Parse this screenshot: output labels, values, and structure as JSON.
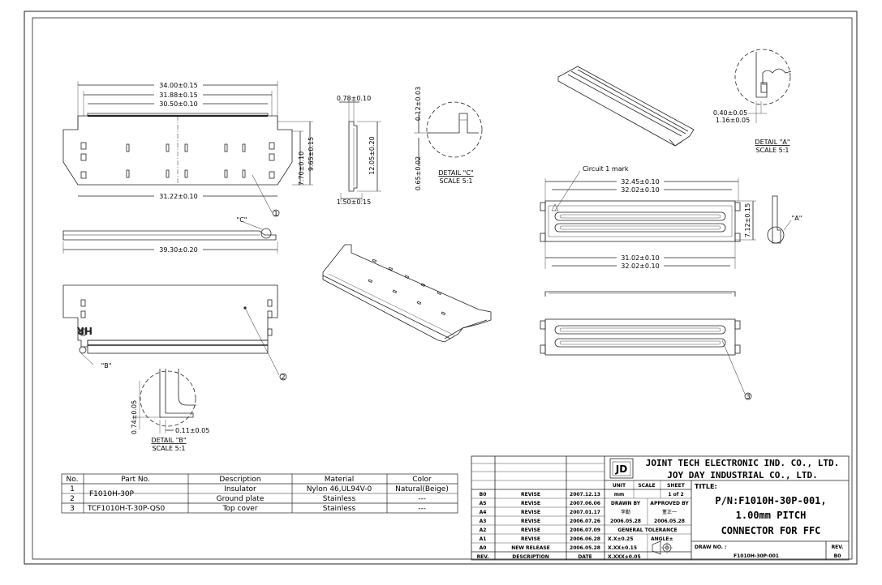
{
  "dims": {
    "d34": "34.00±0.15",
    "d3188": "31.88±0.15",
    "d3050": "30.50±0.10",
    "d3122": "31.22±0.10",
    "d770": "7.70±0.10",
    "d965": "9.65±0.15",
    "d3930": "39.30±0.20",
    "d078": "0.78±0.10",
    "d1205": "12.05±0.20",
    "d150": "1.50±0.15",
    "d012": "0.12±0.03",
    "d065": "0.65±0.02",
    "d074": "0.74±0.05",
    "d011": "0.11±0.05",
    "d3245": "32.45±0.10",
    "d3202a": "32.02±0.10",
    "d3102": "31.02±0.10",
    "d3202b": "32.02±0.10",
    "d712": "7.12±0.15",
    "d040": "0.40±0.05",
    "d116": "1.16±0.05"
  },
  "callouts": {
    "c_label": "\"C\"",
    "b_label": "\"B\"",
    "a_label": "\"A\"",
    "circuit_mark": "Circuit 1 mark",
    "balloon1": "1",
    "balloon2": "2",
    "balloon3": "3",
    "hr": "HR"
  },
  "details": {
    "c_title": "DETAIL \"C\"",
    "c_scale": "SCALE 5:1",
    "b_title": "DETAIL \"B\"",
    "b_scale": "SCALE 5:1",
    "a_title": "DETAIL \"A\"",
    "a_scale": "SCALE 5:1"
  },
  "bom": {
    "headers": [
      "No.",
      "Part No.",
      "Description",
      "Material",
      "Color"
    ],
    "rows": [
      [
        "1",
        "F1010H-30P",
        "Insulator",
        "Nylon 46,UL94V-0",
        "Natural(Beige)"
      ],
      [
        "2",
        "",
        "Ground plate",
        "Stainless",
        "---"
      ],
      [
        "3",
        "TCF1010H-T-30P-QS0",
        "Top cover",
        "Stainless",
        "---"
      ]
    ]
  },
  "title_block": {
    "company1": "JOINT TECH ELECTRONIC IND. CO., LTD.",
    "company2": "JOY DAY INDUSTRIAL CO., LTD.",
    "logo": "JD",
    "title_label": "TITLE:",
    "title1": "P/N:F1010H-30P-001,",
    "title2": "1.00mm PITCH",
    "title3": "CONNECTOR FOR FFC",
    "unit_label": "UNIT",
    "unit_value": "mm",
    "scale_label": "SCALE",
    "sheet_label": "SHEET",
    "sheet_value": "1 of 2",
    "drawn_by_label": "DRAWN BY",
    "approved_by_label": "APPROVED BY",
    "drawn_by": "李勤",
    "approved_by": "董正一",
    "drawn_date": "2006.05.28",
    "approved_date": "2006.05.28",
    "tolerance_label": "GENERAL TOLERANCE",
    "tol1": "X.X±0.25",
    "tol2": "X.XX±0.15",
    "tol3": "X.XXX±0.05",
    "angle_label": "ANGLE±",
    "draw_no_label": "DRAW NO. :",
    "draw_no": "F1010H-30P-001",
    "rev_label": "REV.",
    "rev_value": "B0",
    "revisions": [
      [
        "B0",
        "REVISE",
        "2007.12.13"
      ],
      [
        "A5",
        "REVISE",
        "2007.06.06"
      ],
      [
        "A4",
        "REVISE",
        "2007.01.17"
      ],
      [
        "A3",
        "REVISE",
        "2006.07.26"
      ],
      [
        "A2",
        "REVISE",
        "2006.07.09"
      ],
      [
        "A1",
        "REVISE",
        "2006.06.28"
      ],
      [
        "A0",
        "NEW RELEASE",
        "2006.05.28"
      ]
    ],
    "rev_header": [
      "REV.",
      "DESCRIPTION",
      "DATE"
    ]
  }
}
